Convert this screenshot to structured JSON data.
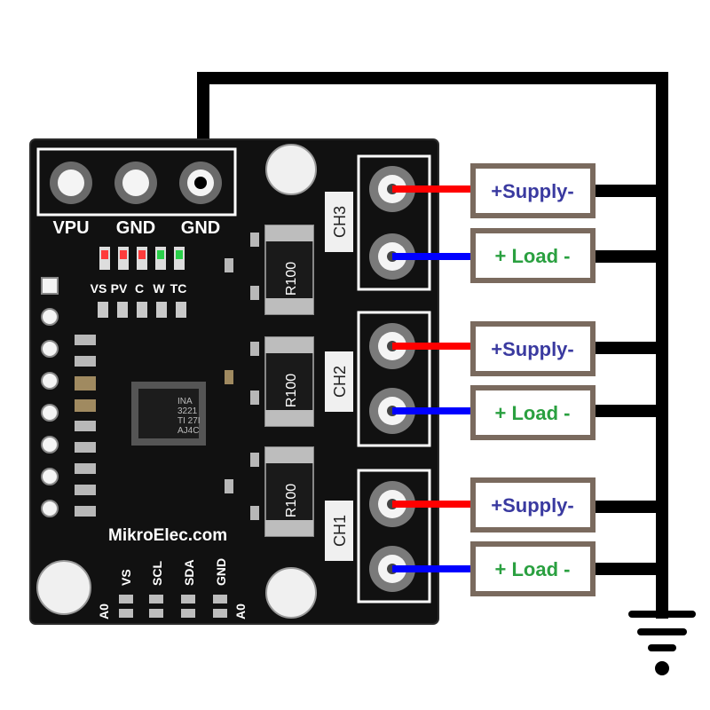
{
  "colors": {
    "board": "#111111",
    "supply_wire": "#ff0000",
    "load_wire": "#0000ff",
    "ground_wire": "#000000",
    "box_border": "#7a6a5e",
    "supply_text": "#3a3aa0",
    "load_text": "#2aa040",
    "resistor_body": "#1a1a1a",
    "resistor_cap": "#bdbdbd"
  },
  "header": {
    "vpu": "VPU",
    "gnd1": "GND",
    "gnd2": "GND"
  },
  "leds": {
    "vs": "VS",
    "pv": "PV",
    "c": "C",
    "w": "W",
    "tc": "TC"
  },
  "chip_marking": [
    "INA",
    "3221",
    "TI 27I",
    "AJ4C"
  ],
  "brand": "MikroElec.com",
  "bottom_pins": {
    "a0_left": "A0",
    "vs": "VS",
    "scl": "SCL",
    "sda": "SDA",
    "gnd": "GND",
    "a0_right": "A0"
  },
  "resistor_label": "R100",
  "channels": [
    {
      "name": "CH3",
      "supply_label": "+Supply-",
      "load_label": "+ Load -"
    },
    {
      "name": "CH2",
      "supply_label": "+Supply-",
      "load_label": "+ Load -"
    },
    {
      "name": "CH1",
      "supply_label": "+Supply-",
      "load_label": "+ Load -"
    }
  ],
  "icons": {
    "ground": "ground-symbol-icon"
  }
}
